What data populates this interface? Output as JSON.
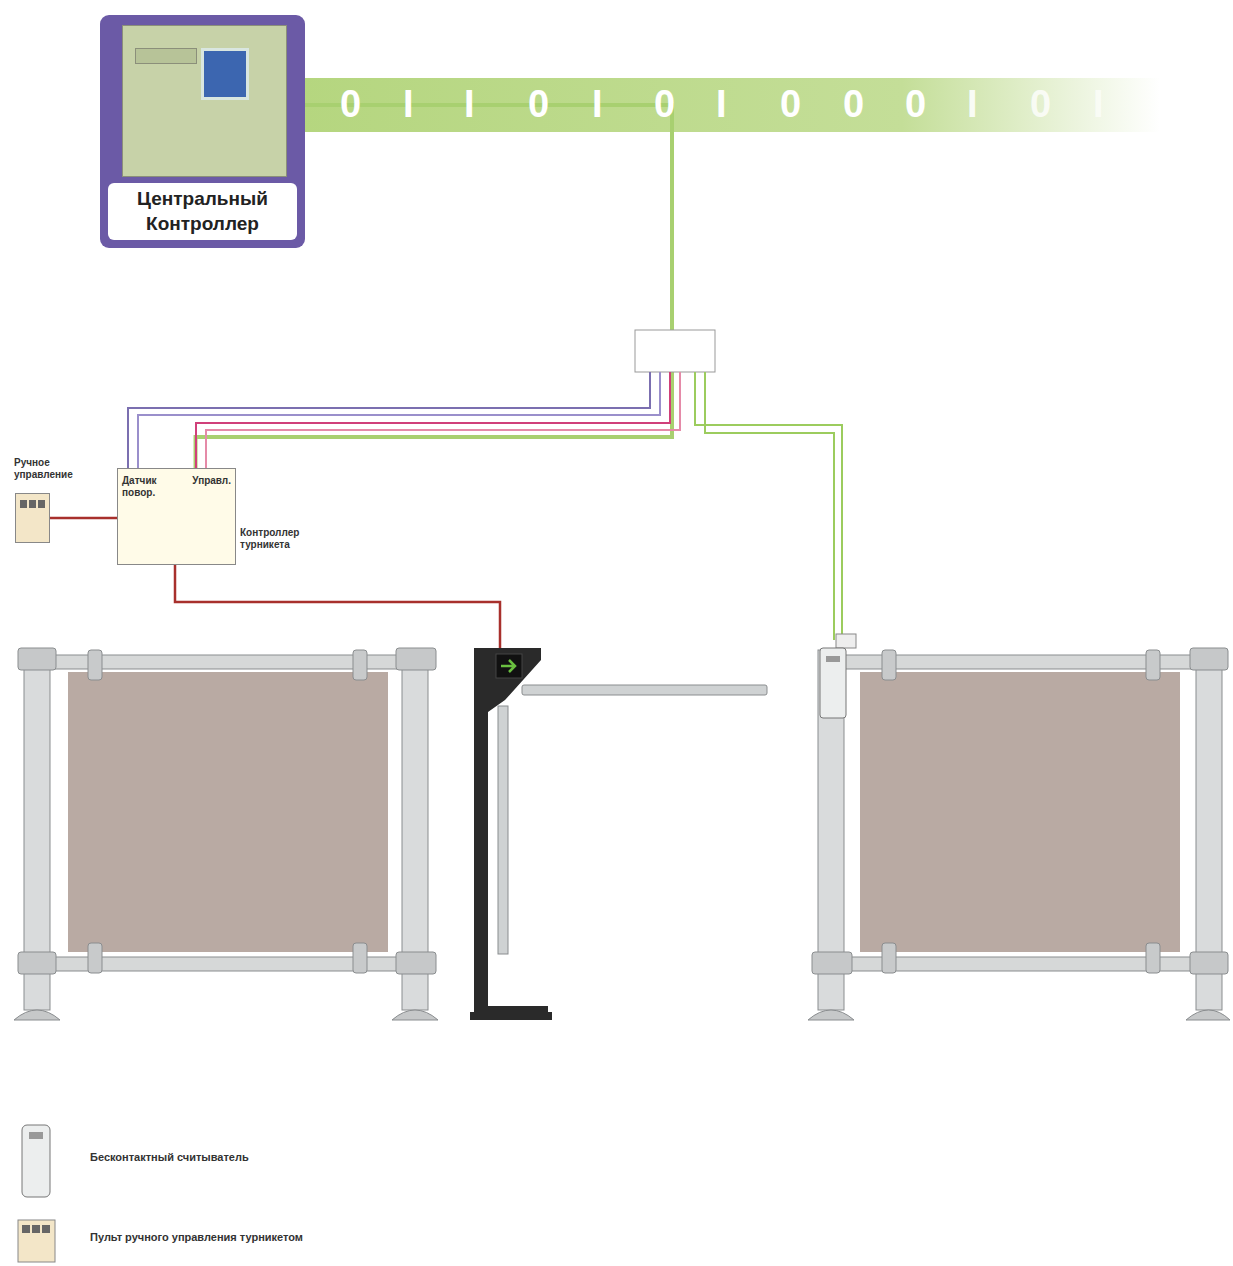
{
  "diagram": {
    "nodes": [
      {
        "text": [
          "Центральный Контроллер"
        ]
      },
      {
        "text": [
          "Ручное управление"
        ]
      },
      {
        "text": [
          "Датчик повор.",
          "Управл.",
          "Контроллер турникета"
        ]
      }
    ],
    "edges": [
      {
        "from": 0,
        "to": 2,
        "arrow": "none"
      },
      {
        "from": 1,
        "to": 2,
        "arrow": "none"
      }
    ],
    "labels": [
      "0",
      "I",
      "I",
      "0",
      "I",
      "0",
      "I",
      "0",
      "0",
      "0",
      "I",
      "0",
      "I"
    ],
    "legend": [
      {
        "text": "Бесконтактный считыватель"
      },
      {
        "text": "Пульт ручного управления турникетом"
      }
    ]
  }
}
